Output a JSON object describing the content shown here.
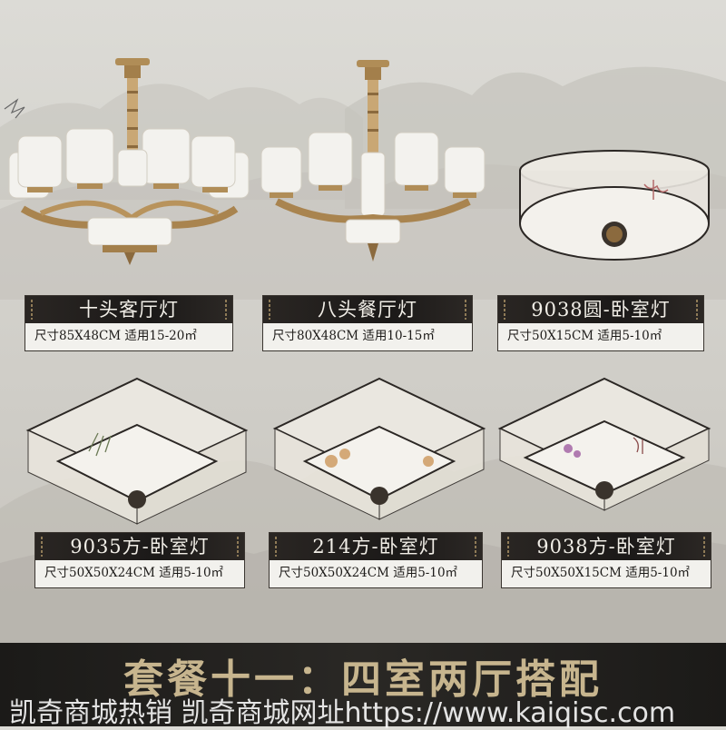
{
  "products": [
    {
      "title": "十头客厅灯",
      "spec": "尺寸85X48CM   适用15-20㎡",
      "icon": "ten-head-chandelier-icon"
    },
    {
      "title": "八头餐厅灯",
      "spec": "尺寸80X48CM   适用10-15㎡",
      "icon": "eight-head-chandelier-icon"
    },
    {
      "title": "9038圆-卧室灯",
      "spec": "尺寸50X15CM   适用5-10㎡",
      "icon": "round-ceiling-lamp-icon"
    },
    {
      "title": "9035方-卧室灯",
      "spec": "尺寸50X50X24CM   适用5-10㎡",
      "icon": "square-ceiling-lamp-icon"
    },
    {
      "title": "214方-卧室灯",
      "spec": "尺寸50X50X24CM   适用5-10㎡",
      "icon": "square-ceiling-lamp-icon"
    },
    {
      "title": "9038方-卧室灯",
      "spec": "尺寸50X50X15CM   适用5-10㎡",
      "icon": "square-ceiling-lamp-icon"
    }
  ],
  "banner": {
    "title": "套餐十一：四室两厅搭配"
  },
  "watermark": {
    "text": "凯奇商城热销  凯奇商城网址https://www.kaiqisc.com"
  },
  "colors": {
    "gold": "#b08d57",
    "dark": "#1e1c1a",
    "background": "#d6d4ce",
    "banner_text": "#c7b58e"
  }
}
